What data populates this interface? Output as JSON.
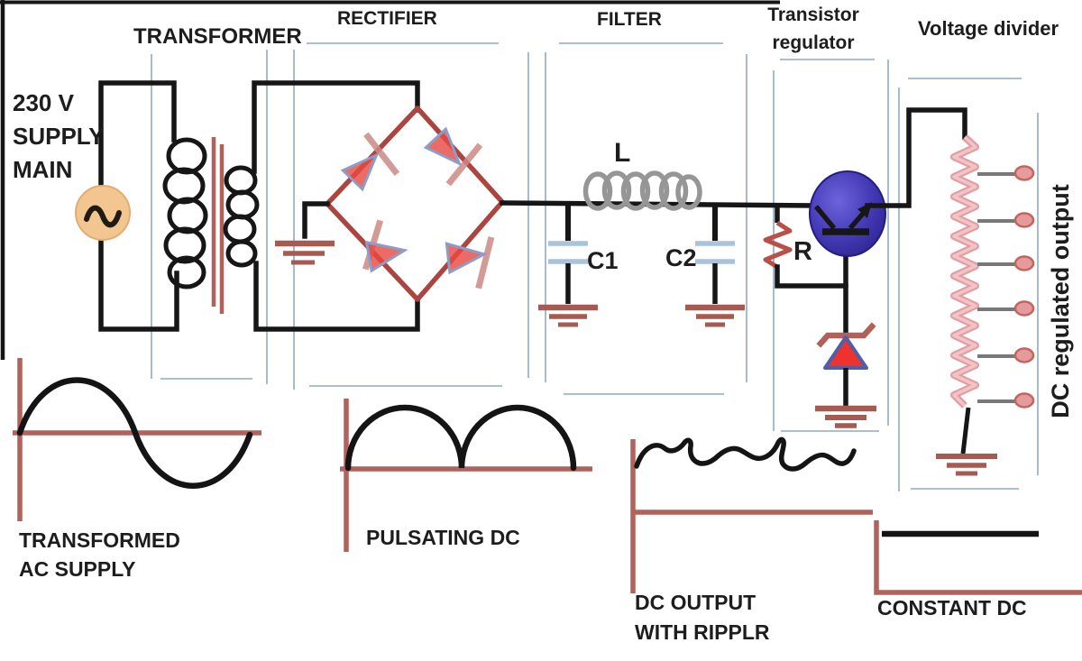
{
  "sections": {
    "transformer": "TRANSFORMER",
    "rectifier": "RECTIFIER",
    "filter": "FILTER",
    "regulator1": "Transistor",
    "regulator2": "regulator",
    "voltage_divider": "Voltage divider"
  },
  "supply": {
    "line1": "230 V",
    "line2": "SUPPLY",
    "line3": "MAIN"
  },
  "components": {
    "inductor": "L",
    "cap1": "C1",
    "cap2": "C2",
    "resistor": "R"
  },
  "output_label": "DC regulated output",
  "waveforms": {
    "transformed_ac": {
      "line1": "TRANSFORMED",
      "line2": "AC SUPPLY"
    },
    "pulsating_dc": {
      "label": "PULSATING DC"
    },
    "ripple_dc": {
      "line1": "DC OUTPUT",
      "line2": "WITH RIPPLR"
    },
    "constant_dc": {
      "label": "CONSTANT DC"
    }
  },
  "colors": {
    "wire": "#1a1a1a",
    "schematic_red": "#ac4540",
    "axis_red": "#b2625c",
    "ground_red": "#a55a52",
    "section_line_blue": "#8fa9c4",
    "capacitor_plate_blue": "#a9c2de",
    "inductor_gray": "#969696",
    "divider_pink": "#e8a9ab",
    "transistor_purple": "#463cb8",
    "diode_red": "#e84a42",
    "diode_outline_blue": "#8e9cc8",
    "source_fill": "#f2c68e"
  }
}
